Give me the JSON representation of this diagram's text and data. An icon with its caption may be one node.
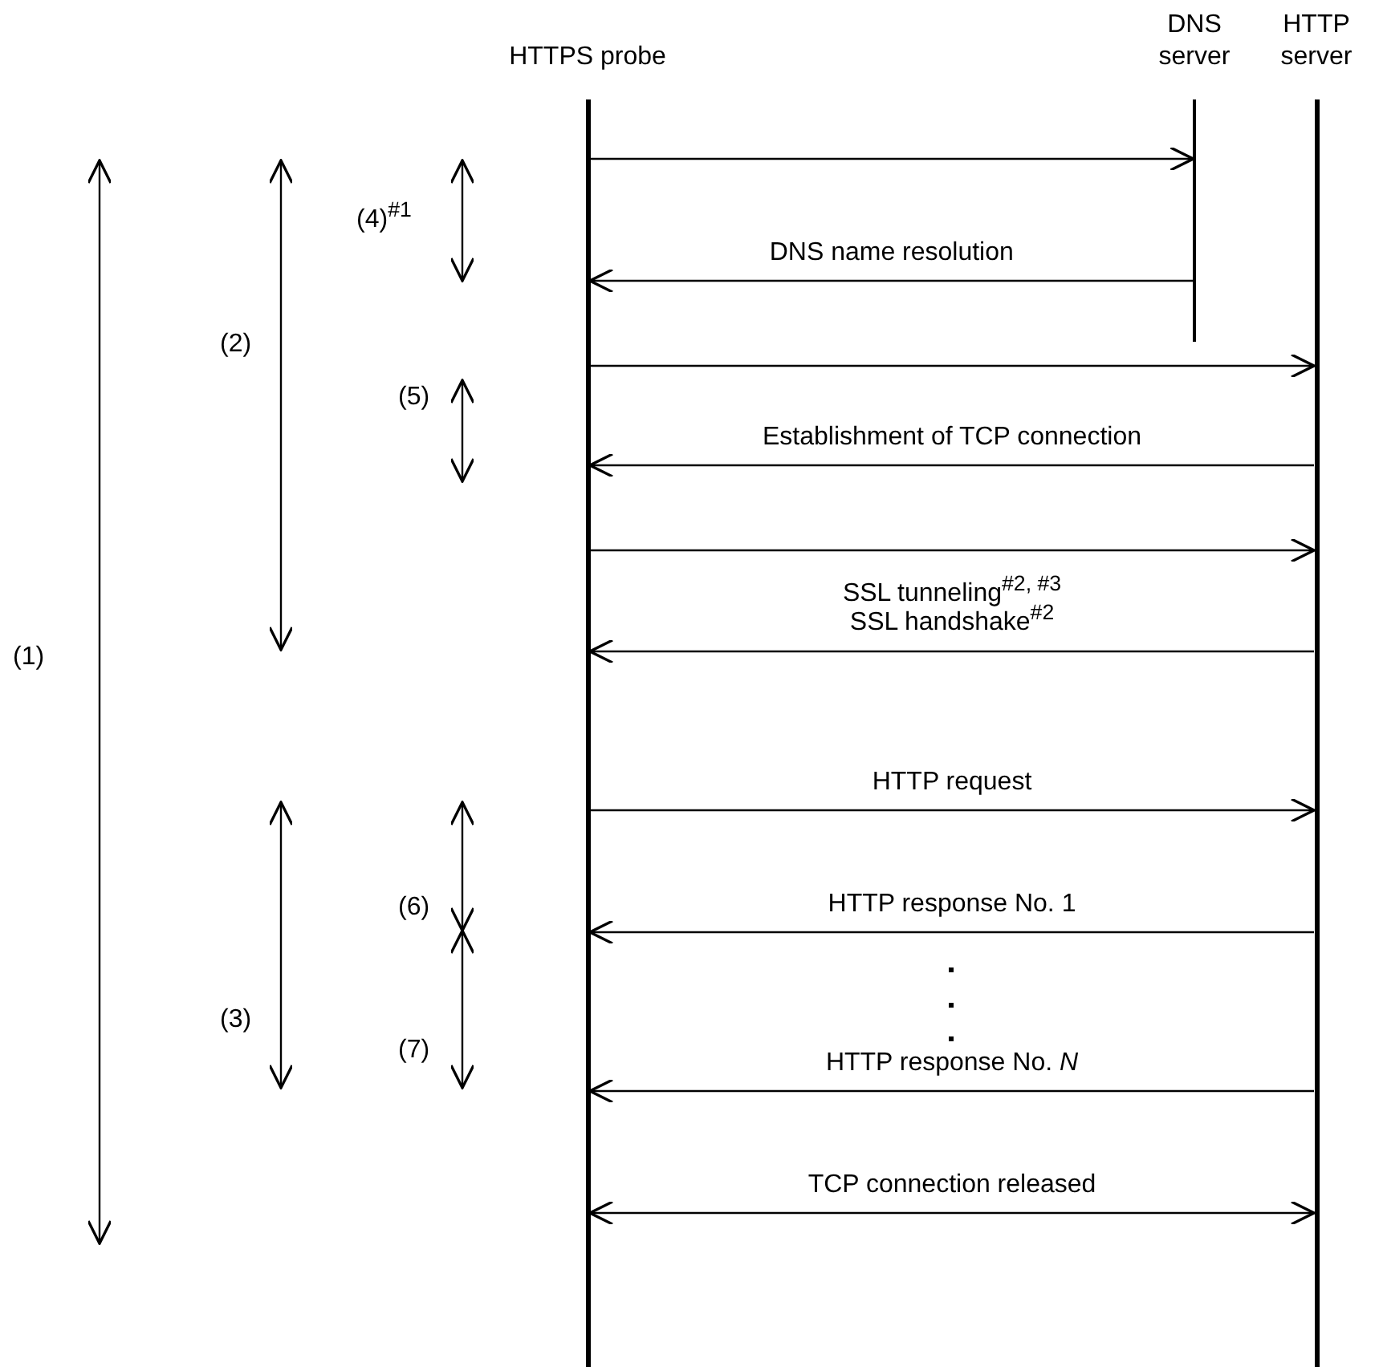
{
  "diagram": {
    "nodes": [
      {
        "text": [
          "HTTPS probe"
        ]
      },
      {
        "text": [
          "DNS server"
        ]
      },
      {
        "text": [
          "HTTP server"
        ]
      }
    ],
    "edges": [
      {
        "from": 0,
        "to": 1,
        "arrow": "to"
      },
      {
        "from": 1,
        "to": 0,
        "arrow": "to",
        "label": "DNS name resolution"
      },
      {
        "from": 0,
        "to": 2,
        "arrow": "to"
      },
      {
        "from": 2,
        "to": 0,
        "arrow": "to",
        "label": "Establishment of TCP connection"
      },
      {
        "from": 0,
        "to": 2,
        "arrow": "to",
        "label": "SSL tunneling$^{#2, #3}$"
      },
      {
        "from": 2,
        "to": 0,
        "arrow": "to",
        "label": "SSL handshake$^{#2}$"
      },
      {
        "from": 0,
        "to": 2,
        "arrow": "to",
        "label": "HTTP request"
      },
      {
        "from": 2,
        "to": 0,
        "arrow": "to",
        "label": "HTTP response No. 1"
      },
      {
        "from": 2,
        "to": 0,
        "arrow": "to",
        "label": "HTTP response No. *N*"
      },
      {
        "from": 0,
        "to": 2,
        "arrow": "both",
        "label": "TCP connection released"
      }
    ],
    "labels": [
      "(4)$^{#1}$",
      "(2)",
      "(5)",
      "(1)",
      "(6)",
      "(3)",
      "(7)"
    ]
  }
}
